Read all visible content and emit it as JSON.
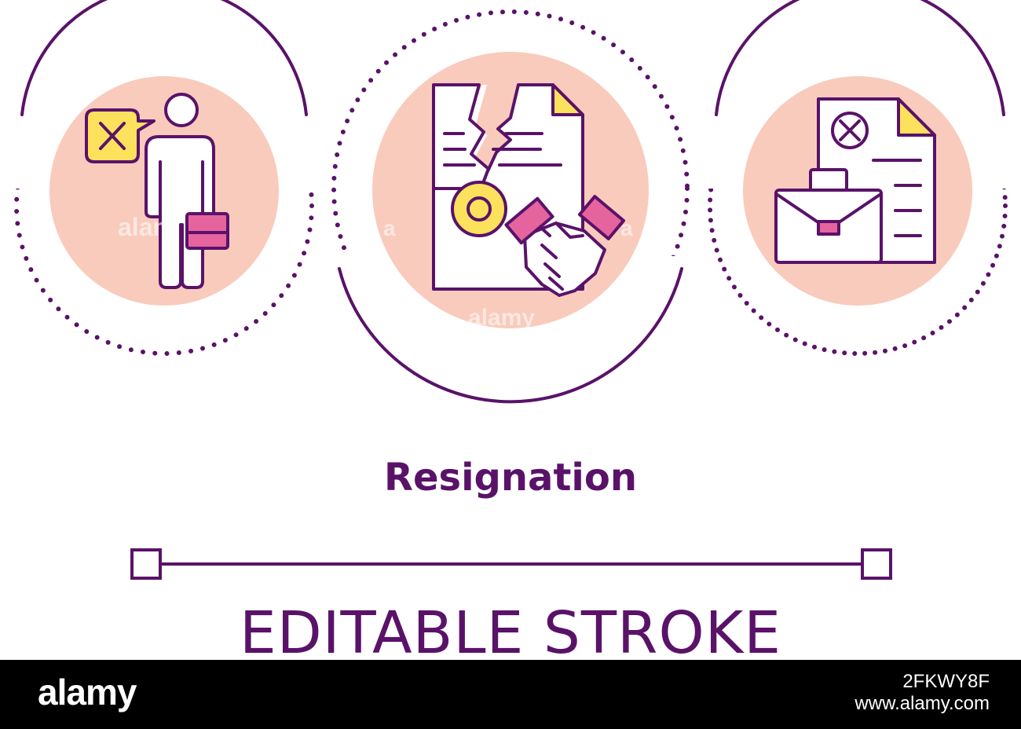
{
  "illustration": {
    "title": "Resignation",
    "stroke_label": "EDITABLE STROKE",
    "icons": [
      "person-with-briefcase-refusal-icon",
      "torn-contract-handshake-icon",
      "cancelled-document-briefcase-icon"
    ],
    "colors": {
      "outline": "#5a1269",
      "circle_fill": "#f9cbbd",
      "accent_yellow": "#fce15c",
      "accent_pink": "#e5649e"
    },
    "watermarks": [
      "alam",
      "a",
      "alamy",
      "a"
    ]
  },
  "footer": {
    "logo": "alamy",
    "image_code": "2FKWY8F",
    "url": "www.alamy.com"
  }
}
